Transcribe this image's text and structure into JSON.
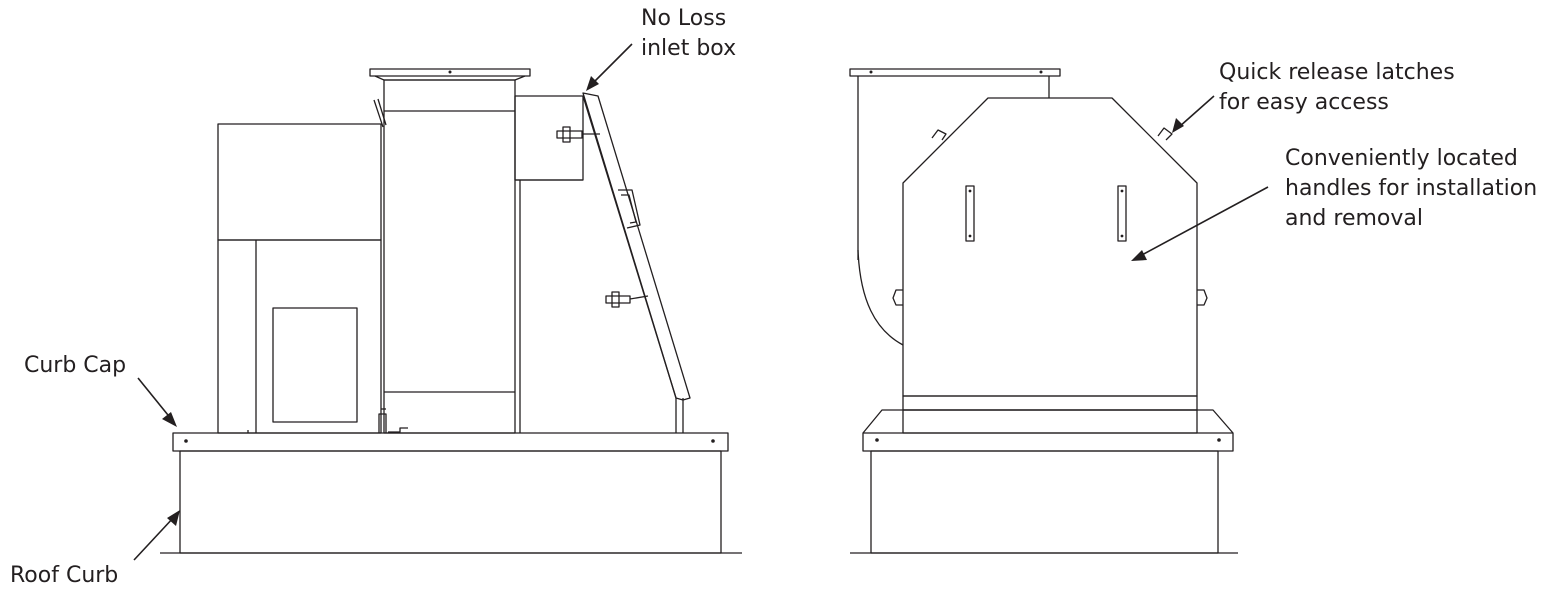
{
  "callouts": {
    "no_loss_inlet_box": [
      "No Loss",
      "inlet box"
    ],
    "curb_cap": [
      "Curb Cap"
    ],
    "roof_curb": [
      "Roof Curb"
    ],
    "quick_release_latches": [
      "Quick release latches",
      "for easy access"
    ],
    "handles": [
      "Conveniently located",
      "handles for installation",
      "and removal"
    ]
  },
  "colors": {
    "ink": "#231f20",
    "background": "#ffffff"
  }
}
